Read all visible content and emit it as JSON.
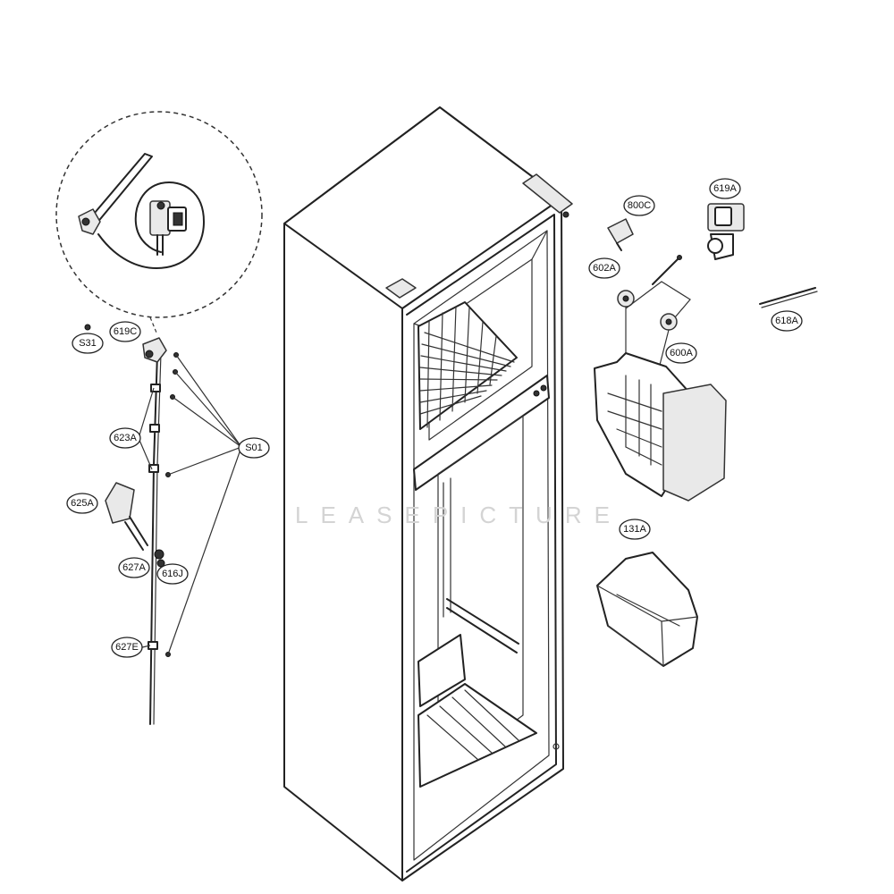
{
  "diagram": {
    "watermark": "LEASEPICTURE",
    "part_labels": [
      {
        "id": "S31",
        "text": "S31"
      },
      {
        "id": "619C",
        "text": "619C"
      },
      {
        "id": "623A",
        "text": "623A"
      },
      {
        "id": "S01",
        "text": "S01"
      },
      {
        "id": "625A",
        "text": "625A"
      },
      {
        "id": "627A",
        "text": "627A"
      },
      {
        "id": "616J",
        "text": "616J"
      },
      {
        "id": "627E",
        "text": "627E"
      },
      {
        "id": "800C",
        "text": "800C"
      },
      {
        "id": "619A",
        "text": "619A"
      },
      {
        "id": "602A",
        "text": "602A"
      },
      {
        "id": "618A",
        "text": "618A"
      },
      {
        "id": "600A",
        "text": "600A"
      },
      {
        "id": "131A",
        "text": "131A"
      }
    ]
  }
}
